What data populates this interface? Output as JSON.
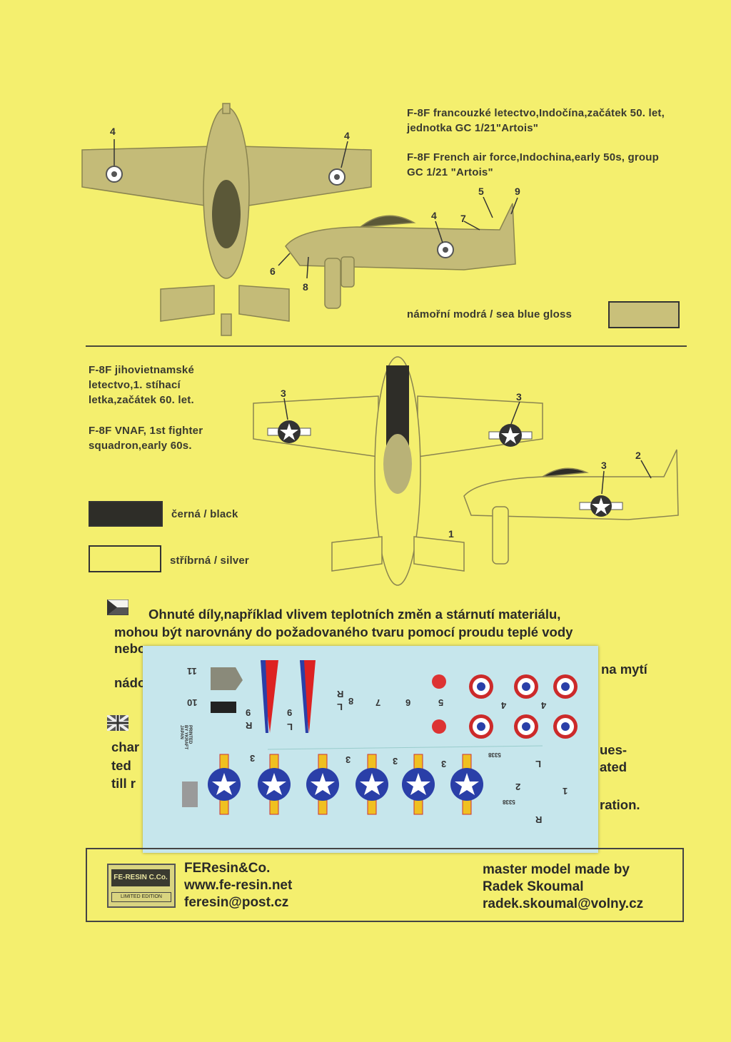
{
  "scheme1": {
    "caption_cz": "F-8F francouzké letectvo,Indočína,začátek 50. let, jednotka GC 1/21\"Artois\"",
    "caption_en": "F-8F French air force,Indochina,early 50s, group GC 1/21 \"Artois\"",
    "swatch_label": "námořní modrá / sea blue gloss",
    "swatch_color": "#c9c07a",
    "plane_color": "#c4bb78",
    "callouts": [
      "4",
      "4",
      "5",
      "9",
      "7",
      "4",
      "6",
      "8"
    ]
  },
  "scheme2": {
    "caption_cz": "F-8F jihovietnamské letectvo,1. stíhací letka,začátek 60. let.",
    "caption_en": "F-8F VNAF, 1st fighter squadron,early 60s.",
    "swatch_black_label": "černá / black",
    "swatch_silver_label": "stříbrná / silver",
    "callouts": [
      "3",
      "3",
      "2",
      "3",
      "1"
    ]
  },
  "paragraph": {
    "line1": "Ohnuté díly,například vlivem teplotních změn a stárnutí materiálu,",
    "line2": "mohou být narovnány do požadovaného tvaru pomocí proudu teplé vody",
    "line3": "nebo",
    "line4_start": "nádo",
    "line4_end": "na mytí",
    "en1": "char",
    "en1_end": "ues-",
    "en2": "ted",
    "en2_end": "ated",
    "en3": "till r",
    "en3_end": "ration."
  },
  "decal": {
    "printed_by": "PRINTED BY YKRAFT JAPAN",
    "numbers": [
      "11",
      "10",
      "9",
      "R",
      "9",
      "L",
      "8",
      "R",
      "L",
      "7",
      "6",
      "5",
      "4",
      "4",
      "3",
      "3",
      "3",
      "3",
      "L",
      "2",
      "1",
      "R",
      "5338",
      "5338"
    ]
  },
  "footer": {
    "company": "FEResin&Co.",
    "website": "www.fe-resin.net",
    "email": "feresin@post.cz",
    "master_label": "master model made by",
    "master_name": "Radek Skoumal",
    "master_email": "radek.skoumal@volny.cz",
    "logo_text": "FE-RESIN C.Co.",
    "logo_sub": "LIMITED EDITION"
  }
}
